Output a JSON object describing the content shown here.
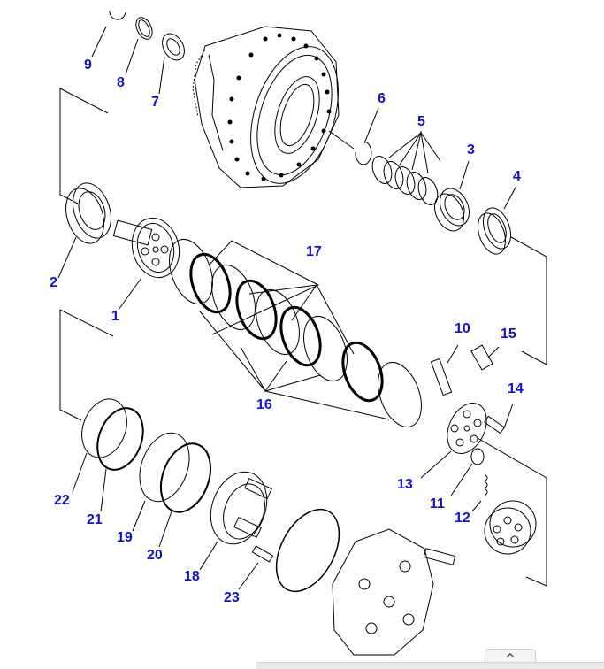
{
  "diagram": {
    "part_numbers": [
      {
        "id": "label-1",
        "text": "1"
      },
      {
        "id": "label-2",
        "text": "2"
      },
      {
        "id": "label-3",
        "text": "3"
      },
      {
        "id": "label-4",
        "text": "4"
      },
      {
        "id": "label-5",
        "text": "5"
      },
      {
        "id": "label-6",
        "text": "6"
      },
      {
        "id": "label-7",
        "text": "7"
      },
      {
        "id": "label-8",
        "text": "8"
      },
      {
        "id": "label-9",
        "text": "9"
      },
      {
        "id": "label-10",
        "text": "10"
      },
      {
        "id": "label-11",
        "text": "11"
      },
      {
        "id": "label-12",
        "text": "12"
      },
      {
        "id": "label-13",
        "text": "13"
      },
      {
        "id": "label-14",
        "text": "14"
      },
      {
        "id": "label-15",
        "text": "15"
      },
      {
        "id": "label-16",
        "text": "16"
      },
      {
        "id": "label-17",
        "text": "17"
      },
      {
        "id": "label-18",
        "text": "18"
      },
      {
        "id": "label-19",
        "text": "19"
      },
      {
        "id": "label-20",
        "text": "20"
      },
      {
        "id": "label-21",
        "text": "21"
      },
      {
        "id": "label-22",
        "text": "22"
      },
      {
        "id": "label-23",
        "text": "23"
      }
    ],
    "colors": {
      "label": "#1111cc",
      "line": "#000000",
      "background": "#ffffff"
    }
  },
  "controls": {
    "scroll_top_icon": "chevron-up-icon",
    "scroll_top_glyph": "^"
  }
}
